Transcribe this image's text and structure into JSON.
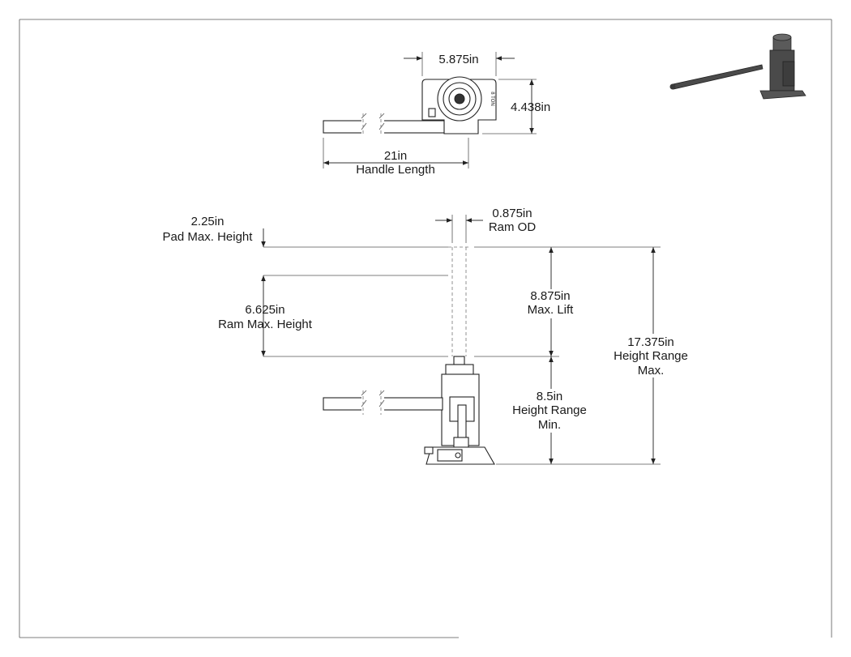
{
  "views": {
    "top": {
      "width_label": "5.875in",
      "depth_label": "4.438in",
      "handle_value": "21in",
      "handle_caption": "Handle Length",
      "tonnage_mark": "8 TON"
    },
    "side": {
      "ram_od_value": "0.875in",
      "ram_od_caption": "Ram OD",
      "pad_value": "2.25in",
      "pad_caption": "Pad Max. Height",
      "ram_value": "6.625in",
      "ram_caption": "Ram Max. Height",
      "lift_value": "8.875in",
      "lift_caption": "Max. Lift",
      "min_value": "8.5in",
      "min_caption_1": "Height Range",
      "min_caption_2": "Min.",
      "max_value": "17.375in",
      "max_caption_1": "Height Range",
      "max_caption_2": "Max."
    }
  },
  "colors": {
    "line": "#333333",
    "model": "#4a4a4a"
  }
}
